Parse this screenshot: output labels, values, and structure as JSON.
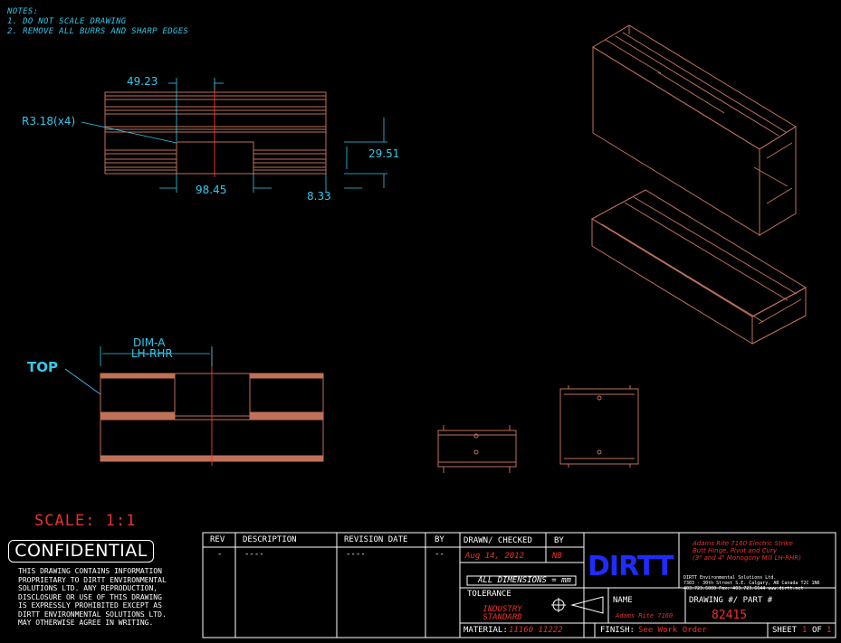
{
  "notes": {
    "heading": "NOTES:",
    "line1": "1. DO NOT SCALE DRAWING",
    "line2": "2. REMOVE ALL BURRS AND SHARP EDGES"
  },
  "dimensions": {
    "d1": "49.23",
    "radius": "R3.18(x4)",
    "d2": "29.51",
    "d3": "98.45",
    "d4": "8.33",
    "dim_a": "DIM-A",
    "dim_a_sub": "LH-RHR",
    "top_label": "TOP"
  },
  "scale": "SCALE: 1:1",
  "confidential": {
    "title": "CONFIDENTIAL",
    "lines": [
      "THIS DRAWING CONTAINS INFORMATION",
      "PROPRIETARY TO DIRTT ENVIRONMENTAL",
      "SOLUTIONS LTD. ANY REPRODUCTION,",
      "DISCLOSURE OR USE OF THIS DRAWING",
      "IS EXPRESSLY PROHIBITED EXCEPT AS",
      "DIRTT ENVIRONMENTAL SOLUTIONS LTD.",
      "MAY OTHERWISE AGREE IN WRITING."
    ]
  },
  "title_block": {
    "rev_header": "REV",
    "desc_header": "DESCRIPTION",
    "rev_date_header": "REVISION DATE",
    "by_header": "BY",
    "rev_value": "-",
    "desc_value": "----",
    "rev_date_value": "----",
    "by_value": "--",
    "drawn_checked_header": "DRAWN/ CHECKED",
    "by2_header": "BY",
    "drawn_date": "Aug 14, 2012",
    "drawn_by": "NB",
    "all_dims": "ALL DIMENSIONS = mm",
    "tolerance": "TOLERANCE",
    "tolerance_value": "INDUSTRY STANDARD",
    "name_label": "NAME",
    "name_value": "Adams Rite 7160",
    "drawing_label": "DRAWING #/ PART #",
    "drawing_value": "82415",
    "material_label": "MATERIAL:",
    "material_value": "11160 11222",
    "finish_label": "FINISH:",
    "finish_value": "See Work Order",
    "sheet_label": "SHEET",
    "sheet_value": "1",
    "sheet_of": "OF",
    "sheet_total": "1",
    "logo": "DIRTT",
    "desc_red": [
      "Adams Rite 7160 Electric Strike",
      "Butt Hinge, Pivot and Cury",
      "(3\" and 4\" Monogony Mill LH-RHR)"
    ],
    "company": [
      "DIRTT Environmental Solutions Ltd.",
      "7303 - 30th Street S.E. Calgary, AB Canada T2C 1N6",
      "403.723.5000  Fax: 403.723.6644  www.dirtt.net"
    ]
  },
  "colors": {
    "background": "#000000",
    "part_lines": "#c0715a",
    "dimension": "#35c8ec",
    "title_red": "#e8322c",
    "logo_blue": "#1f2cff"
  }
}
